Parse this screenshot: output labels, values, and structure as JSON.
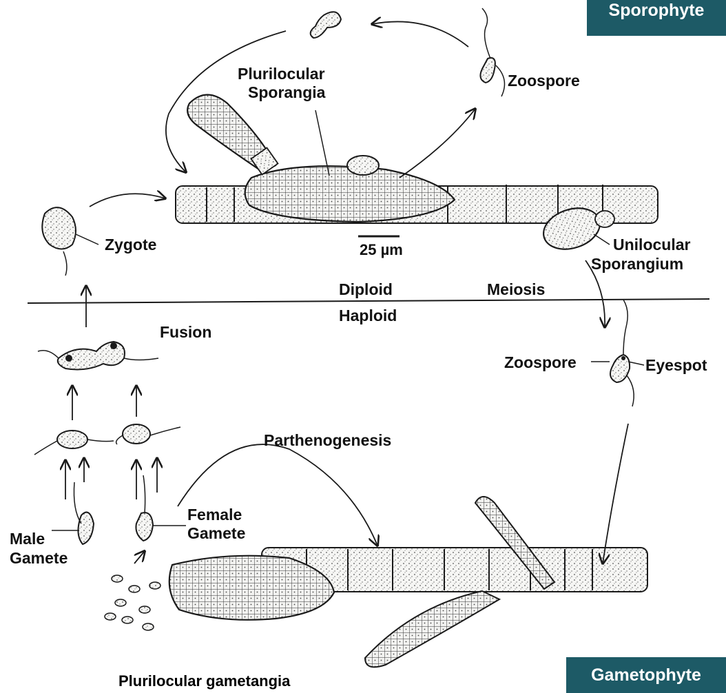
{
  "phases": {
    "sporophyte": "Sporophyte",
    "gametophyte": "Gametophyte"
  },
  "divider": {
    "diploid": "Diploid",
    "haploid": "Haploid",
    "meiosis": "Meiosis"
  },
  "labels": {
    "plurilocular_sporangia_line1": "Plurilocular",
    "plurilocular_sporangia_line2": "Sporangia",
    "zoospore_top": "Zoospore",
    "zygote": "Zygote",
    "scale_bar": "25 µm",
    "unilocular_line1": "Unilocular",
    "unilocular_line2": "Sporangium",
    "fusion": "Fusion",
    "zoospore_bottom": "Zoospore",
    "eyespot": "Eyespot",
    "parthenogenesis": "Parthenogenesis",
    "female_gamete_line1": "Female",
    "female_gamete_line2": "Gamete",
    "male_gamete_line1": "Male",
    "male_gamete_line2": "Gamete"
  },
  "caption": "Plurilocular gametangia",
  "colors": {
    "badge": "#1d5a66",
    "ink": "#1a1a1a",
    "cell_fill": "#f4f4f2"
  }
}
